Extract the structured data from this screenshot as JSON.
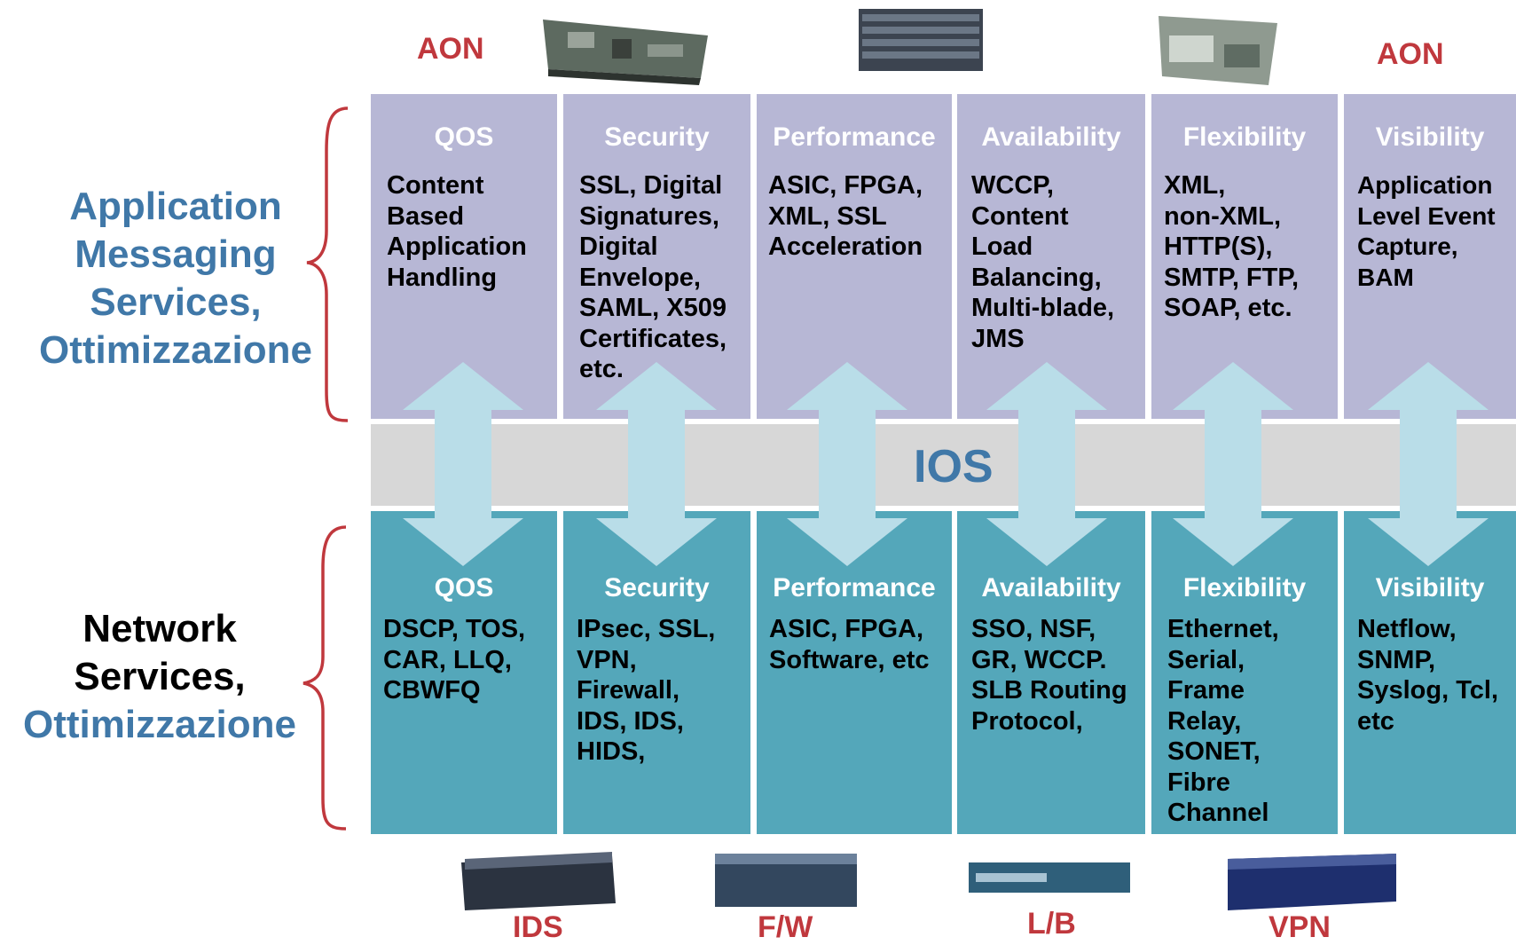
{
  "aon_left": "AON",
  "aon_right": "AON",
  "side_top": [
    "Application",
    "Messaging",
    "Services,",
    "Ottimizzazione"
  ],
  "side_bottom": [
    "Network",
    "Services,",
    "Ottimizzazione"
  ],
  "ios_label": "IOS",
  "columns_top": [
    {
      "title": "QOS",
      "lines": [
        "Content",
        "Based",
        "Application",
        "Handling"
      ]
    },
    {
      "title": "Security",
      "lines": [
        "SSL, Digital",
        "Signatures,",
        "Digital",
        "Envelope,",
        "SAML, X509",
        "Certificates,",
        "etc."
      ]
    },
    {
      "title": "Performance",
      "lines": [
        "ASIC, FPGA,",
        "XML, SSL",
        "Acceleration"
      ]
    },
    {
      "title": "Availability",
      "lines": [
        "WCCP,",
        "Content",
        "Load",
        "Balancing,",
        "Multi-blade,",
        "JMS"
      ]
    },
    {
      "title": "Flexibility",
      "lines": [
        "XML,",
        "non-XML,",
        "HTTP(S),",
        "SMTP, FTP,",
        "SOAP, etc."
      ]
    },
    {
      "title": "Visibility",
      "lines": [
        "Application",
        "Level Event",
        "Capture,",
        "BAM"
      ]
    }
  ],
  "columns_bottom": [
    {
      "title": "QOS",
      "lines": [
        "DSCP, TOS,",
        "CAR, LLQ,",
        "CBWFQ"
      ]
    },
    {
      "title": "Security",
      "lines": [
        "IPsec, SSL,",
        "VPN,",
        "Firewall,",
        "IDS, IDS,",
        "HIDS,"
      ]
    },
    {
      "title": "Performance",
      "lines": [
        "ASIC, FPGA,",
        "Software, etc"
      ]
    },
    {
      "title": "Availability",
      "lines": [
        "SSO, NSF,",
        "GR, WCCP.",
        "SLB Routing",
        "Protocol,"
      ]
    },
    {
      "title": "Flexibility",
      "lines": [
        "Ethernet,",
        "Serial,",
        "Frame",
        "Relay,",
        "SONET,",
        "Fibre",
        "Channel"
      ]
    },
    {
      "title": "Visibility",
      "lines": [
        "Netflow,",
        "SNMP,",
        "Syslog, Tcl,",
        "etc"
      ]
    }
  ],
  "device_labels": [
    "IDS",
    "F/W",
    "L/B",
    "VPN"
  ],
  "colors": {
    "top_column": "#b7b7d5",
    "bottom_column": "#54a7ba",
    "ios_band": "#d7d7d7",
    "arrow": "#b9dde8",
    "brace": "#c0383d",
    "accent_blue": "#4078a8",
    "accent_red": "#c0383d"
  }
}
